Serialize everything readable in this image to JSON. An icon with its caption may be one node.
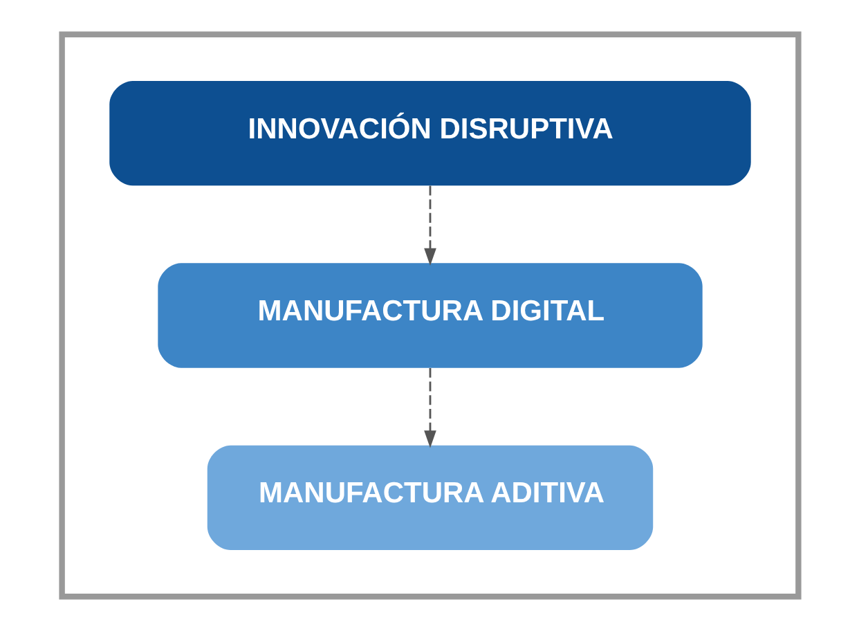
{
  "diagram": {
    "nodes": [
      {
        "text": [],
        "shape": "funnel"
      },
      {
        "text": [
          "INNOVACIÓN DISRUPTIVA"
        ],
        "in": 0
      },
      {
        "text": [
          "MANUFACTURA DIGITAL"
        ],
        "in": 0
      },
      {
        "text": [
          "MANUFACTURA ADITIVA"
        ],
        "in": 0
      }
    ],
    "edges": [
      {
        "from": 1,
        "to": 2,
        "arrow": "to",
        "style": "dashed"
      },
      {
        "from": 2,
        "to": 3,
        "arrow": "to",
        "style": "dashed"
      }
    ]
  }
}
